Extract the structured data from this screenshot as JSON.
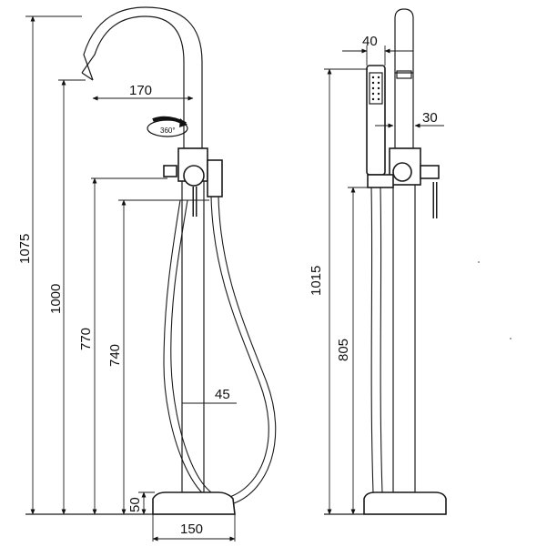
{
  "side_view": {
    "dims": {
      "total_height": "1075",
      "spout_height": "1000",
      "handle_height": "770",
      "holder_height": "740",
      "base_height": "50",
      "spout_reach": "170",
      "pipe_width": "45",
      "base_width": "150"
    },
    "rotation_label": "360°"
  },
  "front_view": {
    "dims": {
      "total_height": "1015",
      "holder_height": "805",
      "handshower_width": "40",
      "pipe_offset": "30"
    }
  }
}
